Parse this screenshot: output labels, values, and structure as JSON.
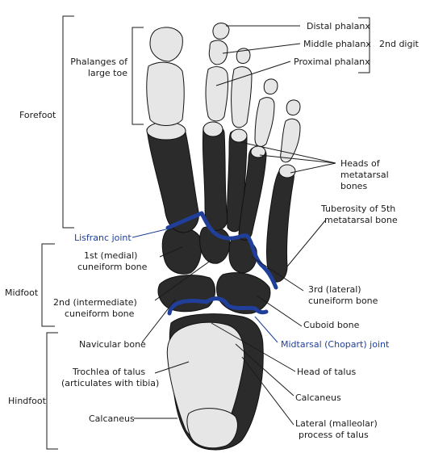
{
  "colors": {
    "joint_line": "#1f3f9a",
    "bone_dark": "#2b2b2b",
    "bone_light": "#e6e6e6",
    "text": "#1a1a1a"
  },
  "regions": {
    "forefoot": "Forefoot",
    "midfoot": "Midfoot",
    "hindfoot": "Hindfoot"
  },
  "digit_group": "2nd digit",
  "labels": {
    "distal_phalanx": "Distal phalanx",
    "middle_phalanx": "Middle phalanx",
    "proximal_phalanx": "Proximal phalanx",
    "phalanges_large_toe_1": "Phalanges of",
    "phalanges_large_toe_2": "large toe",
    "heads_metatarsal_1": "Heads of",
    "heads_metatarsal_2": "metatarsal",
    "heads_metatarsal_3": "bones",
    "tuberosity_1": "Tuberosity of 5th",
    "tuberosity_2": "metatarsal bone",
    "lisfranc": "Lisfranc joint",
    "medial_cuneiform_1": "1st (medial)",
    "medial_cuneiform_2": "cuneiform bone",
    "lateral_cuneiform_1": "3rd (lateral)",
    "lateral_cuneiform_2": "cuneiform bone",
    "intermediate_cuneiform_1": "2nd (intermediate)",
    "intermediate_cuneiform_2": "cuneiform bone",
    "cuboid": "Cuboid bone",
    "navicular": "Navicular bone",
    "chopart": "Midtarsal (Chopart) joint",
    "trochlea_1": "Trochlea of talus",
    "trochlea_2": "(articulates with tibia)",
    "head_talus": "Head of talus",
    "calcaneus_right": "Calcaneus",
    "calcaneus_left": "Calcaneus",
    "lateral_process_1": "Lateral (malleolar)",
    "lateral_process_2": "process of talus"
  }
}
